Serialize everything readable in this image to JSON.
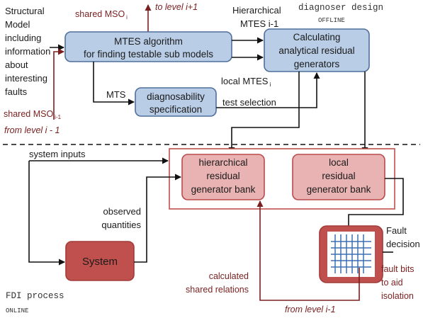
{
  "offline_section": {
    "title": "diagnoser design",
    "subtitle": "OFFLINE"
  },
  "online_section": {
    "title": "FDI process",
    "subtitle": "ONLINE"
  },
  "inputs": {
    "structural_model": [
      "Structural",
      "Model",
      "including",
      "information",
      "about",
      "interesting",
      "faults"
    ],
    "shared_mso_top": "shared MSO",
    "shared_mso_top_sub": "i",
    "to_level": "to level i+1",
    "shared_mso_left": "shared MSO",
    "shared_mso_left_sub": "i-1",
    "from_level_left": "from level i - 1"
  },
  "nodes": {
    "mtes": [
      "MTES algorithm",
      "for finding testable sub models"
    ],
    "calc": [
      "Calculating",
      "analytical residual",
      "generators"
    ],
    "diag": [
      "diagnosability",
      "specification"
    ],
    "hier_bank": [
      "hierarchical",
      "residual",
      "generator bank"
    ],
    "local_bank": [
      "local",
      "residual",
      "generator bank"
    ],
    "system": "System"
  },
  "edge_labels": {
    "hier_mtes": [
      "Hierarchical",
      "MTES i-1"
    ],
    "local_mtes": "local MTES",
    "local_mtes_sub": "i",
    "mts": "MTS",
    "test_selection": "test selection",
    "system_inputs": "system inputs",
    "observed": [
      "observed",
      "quantities"
    ],
    "calculated": [
      "calculated",
      "shared relations"
    ],
    "from_level_bottom": "from level i-1"
  },
  "outputs": {
    "fault": [
      "Fault",
      "decision"
    ],
    "fault_bits": [
      "fault bits",
      "to aid",
      "isolation"
    ]
  },
  "colors": {
    "blue_fill": "#b9cde6",
    "blue_stroke": "#4f6f9a",
    "pink_fill": "#eab3b3",
    "pink_stroke": "#b94a4a",
    "red_fill": "#c0504d",
    "red_stroke": "#a33b38",
    "dark_red": "#7a1f1f",
    "grid_blue": "#3b6fb5"
  }
}
